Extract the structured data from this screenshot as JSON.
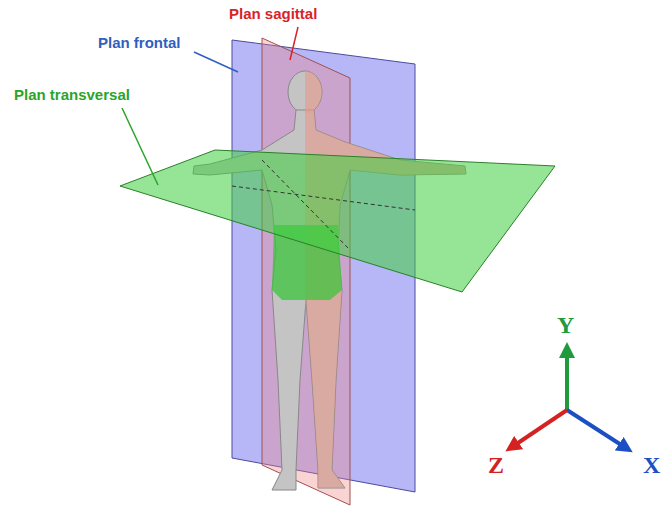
{
  "diagram": {
    "labels": [
      "Plan sagittal",
      "Plan frontal",
      "Plan transversal",
      "Y",
      "Z",
      "X"
    ]
  }
}
